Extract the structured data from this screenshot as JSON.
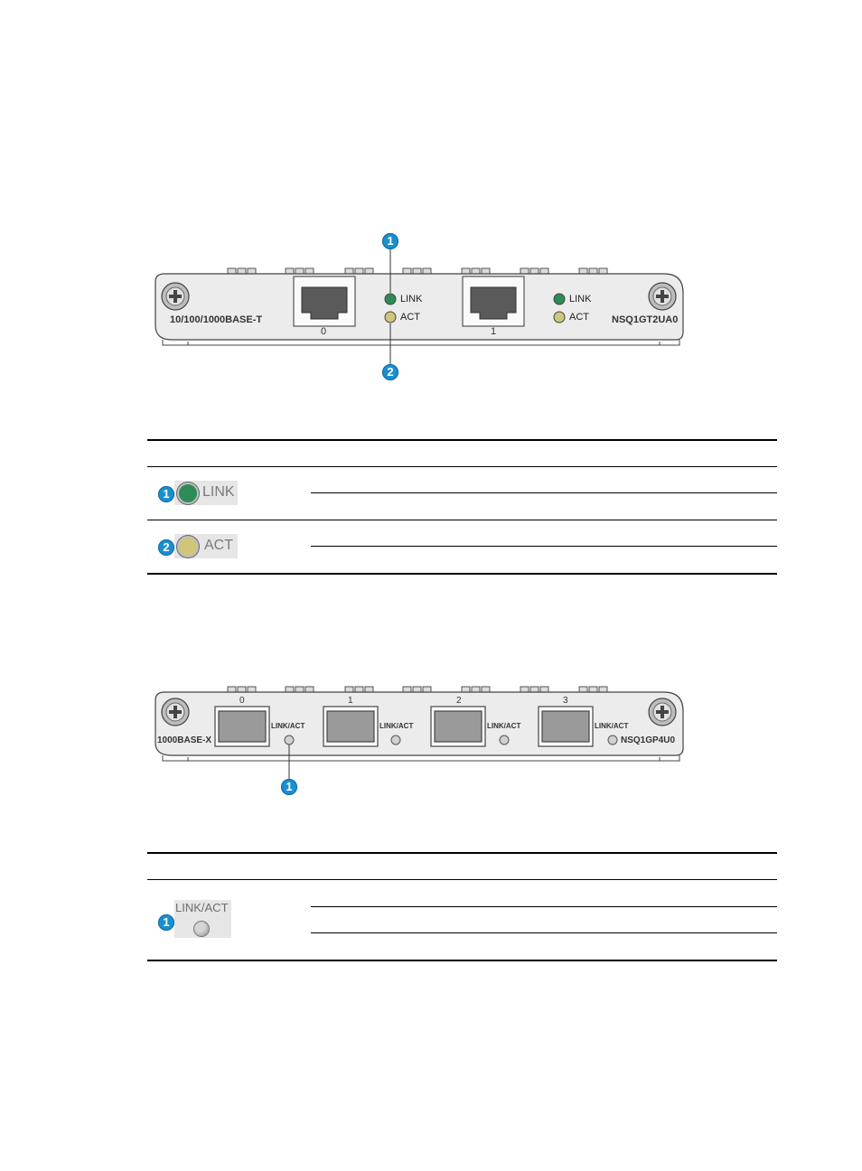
{
  "figure1": {
    "port_type": "10/100/1000BASE-T",
    "model": "NSQ1GT2UA0",
    "ports": [
      "0",
      "1"
    ],
    "led_link": "LINK",
    "led_act": "ACT",
    "callouts": [
      "1",
      "2"
    ]
  },
  "table1": {
    "rows": [
      {
        "callout": "1",
        "led_label": "LINK"
      },
      {
        "callout": "2",
        "led_label": "ACT"
      }
    ]
  },
  "figure2": {
    "port_type": "1000BASE-X",
    "model": "NSQ1GP4U0",
    "ports": [
      "0",
      "1",
      "2",
      "3"
    ],
    "led_label": "LINK/ACT",
    "callouts": [
      "1"
    ]
  },
  "table2": {
    "rows": [
      {
        "callout": "1",
        "led_label": "LINK/ACT"
      }
    ]
  },
  "colors": {
    "link_led": "#2e8b57",
    "act_led": "#cfc67a",
    "callout": "#1a8fd0",
    "panel": "#e8e8e8"
  }
}
